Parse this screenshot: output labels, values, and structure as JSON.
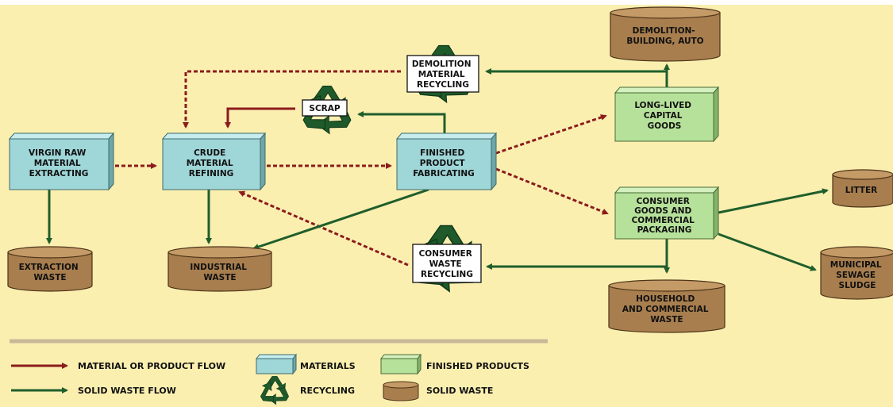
{
  "colors": {
    "background": "#fbefb0",
    "material_box": "#9fd6d8",
    "finished_box": "#b6e19a",
    "waste_drum": "#a87e4e",
    "material_flow": "#8b1c1c",
    "waste_flow": "#1f5e2b",
    "recycle_symbol": "#1e5a2a"
  },
  "nodes": {
    "virgin": {
      "lines": [
        "VIRGIN RAW",
        "MATERIAL",
        "EXTRACTING"
      ]
    },
    "crude": {
      "lines": [
        "CRUDE",
        "MATERIAL",
        "REFINING"
      ]
    },
    "finished": {
      "lines": [
        "FINISHED",
        "PRODUCT",
        "FABRICATING"
      ]
    },
    "longlived": {
      "lines": [
        "LONG-LIVED",
        "CAPITAL",
        "GOODS"
      ]
    },
    "consumer_goods": {
      "lines": [
        "CONSUMER",
        "GOODS AND",
        "COMMERCIAL",
        "PACKAGING"
      ]
    },
    "extraction_waste": {
      "lines": [
        "EXTRACTION",
        "WASTE"
      ]
    },
    "industrial_waste": {
      "lines": [
        "INDUSTRIAL",
        "WASTE"
      ]
    },
    "demolition_building": {
      "lines": [
        "DEMOLITION-",
        "BUILDING, AUTO"
      ]
    },
    "household_waste": {
      "lines": [
        "HOUSEHOLD",
        "AND COMMERCIAL",
        "WASTE"
      ]
    },
    "litter": {
      "lines": [
        "LITTER"
      ]
    },
    "sewage": {
      "lines": [
        "MUNICIPAL",
        "SEWAGE",
        "SLUDGE"
      ]
    },
    "demolition_recycling": {
      "lines": [
        "DEMOLITION",
        "MATERIAL",
        "RECYCLING"
      ]
    },
    "scrap": {
      "lines": [
        "SCRAP"
      ]
    },
    "consumer_recycling": {
      "lines": [
        "CONSUMER",
        "WASTE",
        "RECYCLING"
      ]
    }
  },
  "legend": {
    "material_flow": "MATERIAL OR PRODUCT FLOW",
    "waste_flow": "SOLID WASTE FLOW",
    "materials": "MATERIALS",
    "recycling": "RECYCLING",
    "finished_products": "FINISHED PRODUCTS",
    "solid_waste": "SOLID WASTE"
  }
}
